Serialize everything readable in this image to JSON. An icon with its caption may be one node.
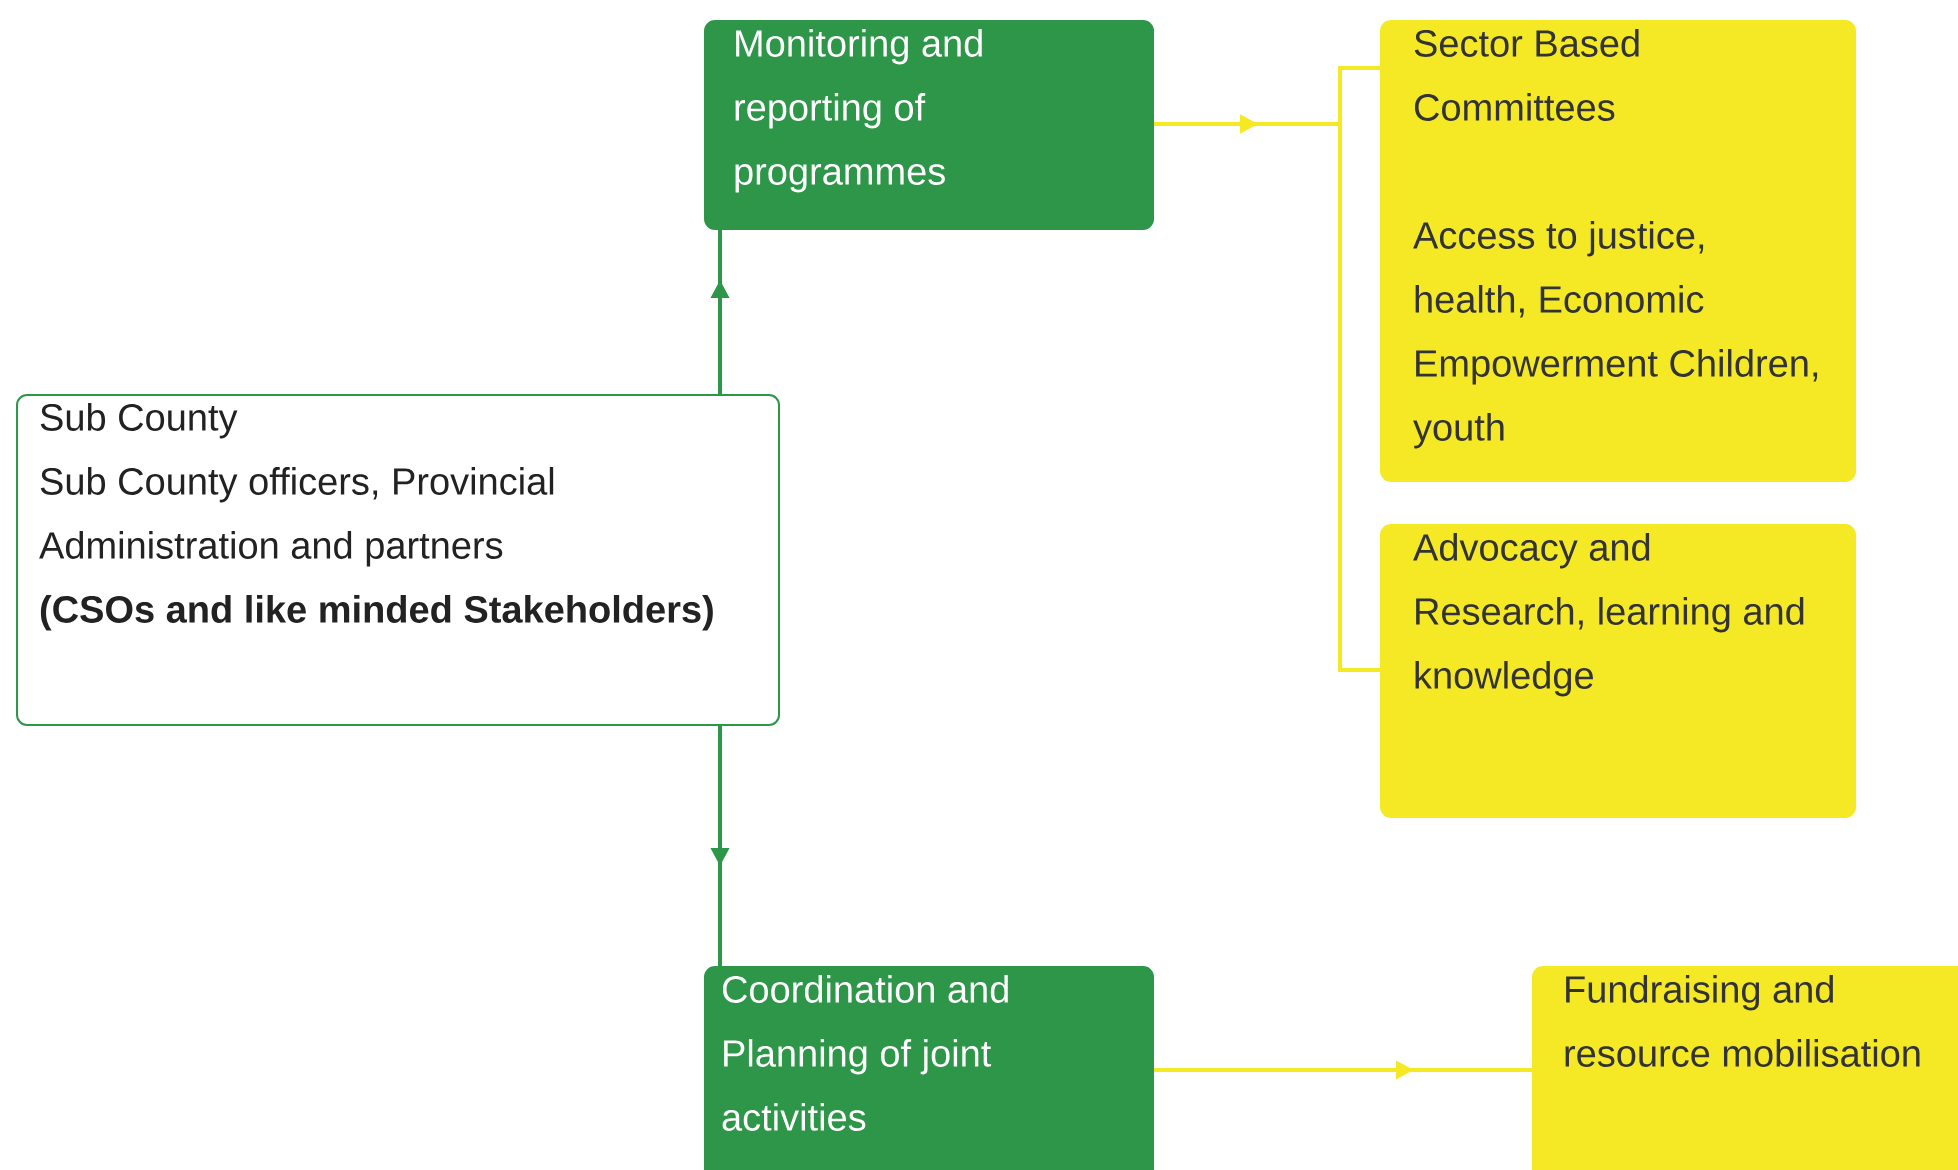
{
  "diagram": {
    "nodes": [
      {
        "text": [
          "Sub County",
          "Sub County officers, Provincial Administration and partners",
          "(CSOs and like minded Stakeholders)"
        ]
      },
      {
        "text": [
          "Monitoring and reporting of programmes"
        ]
      },
      {
        "text": [
          "Coordination and Planning of joint activities"
        ]
      },
      {
        "text": [
          "Sector Based Committees",
          "Access to justice, health, Economic Empowerment Children, youth"
        ]
      },
      {
        "text": [
          "Advocacy and Research, learning and knowledge"
        ]
      },
      {
        "text": [
          "Fundraising and resource mobilisation"
        ]
      }
    ],
    "edges": [
      {
        "from": 0,
        "to": 1,
        "arrow": "to",
        "color": "#2e9648"
      },
      {
        "from": 0,
        "to": 2,
        "arrow": "to",
        "color": "#2e9648"
      },
      {
        "from": 1,
        "to": 3,
        "arrow": "to"
      },
      {
        "from": 1,
        "to": 4,
        "arrow": "to"
      },
      {
        "from": 2,
        "to": 5,
        "arrow": "to"
      }
    ]
  }
}
